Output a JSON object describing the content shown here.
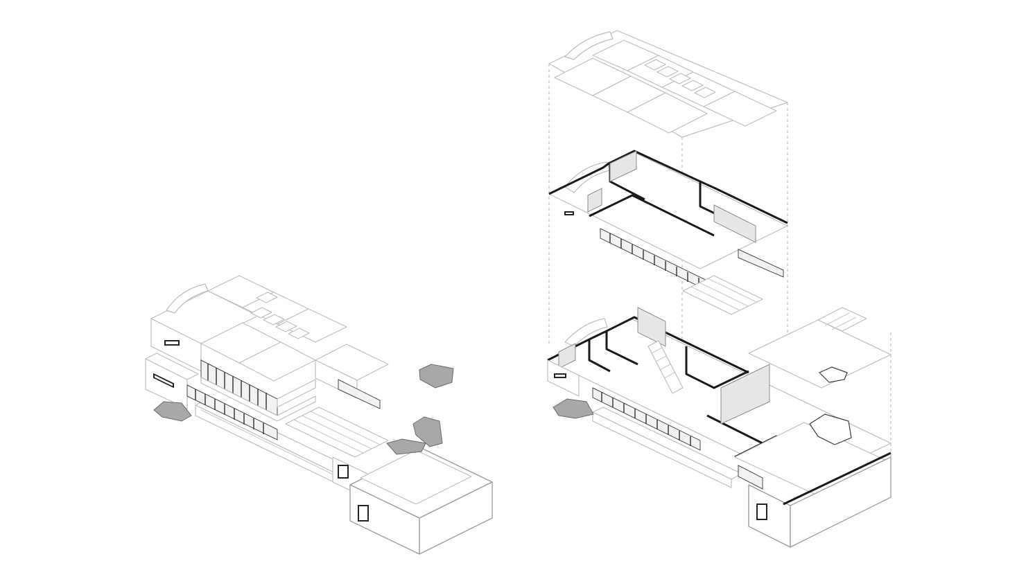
{
  "diagram": {
    "title": "",
    "views": [
      {
        "id": "assembled-axonometric",
        "labels": []
      },
      {
        "id": "exploded-axonometric",
        "levels": [
          "roof",
          "upper-floor",
          "ground-floor"
        ],
        "labels": []
      }
    ]
  },
  "colors": {
    "background": "#ffffff",
    "line": "#bdbdbd",
    "cut_line": "#1a1a1a",
    "rock_fill": "#a8a8a8",
    "glazing": "#f2f2f2"
  }
}
